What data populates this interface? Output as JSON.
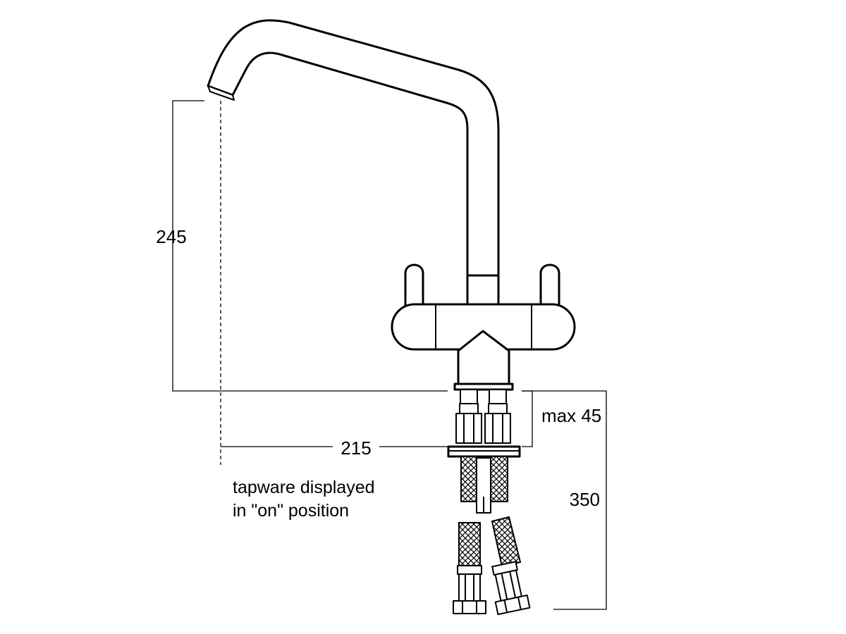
{
  "diagram": {
    "dimensions": {
      "spout_height": "245",
      "spout_reach": "215",
      "max_bench_thickness": "max 45",
      "hose_length": "350"
    },
    "note": {
      "line1": "tapware displayed",
      "line2": "in \"on\" position"
    }
  }
}
